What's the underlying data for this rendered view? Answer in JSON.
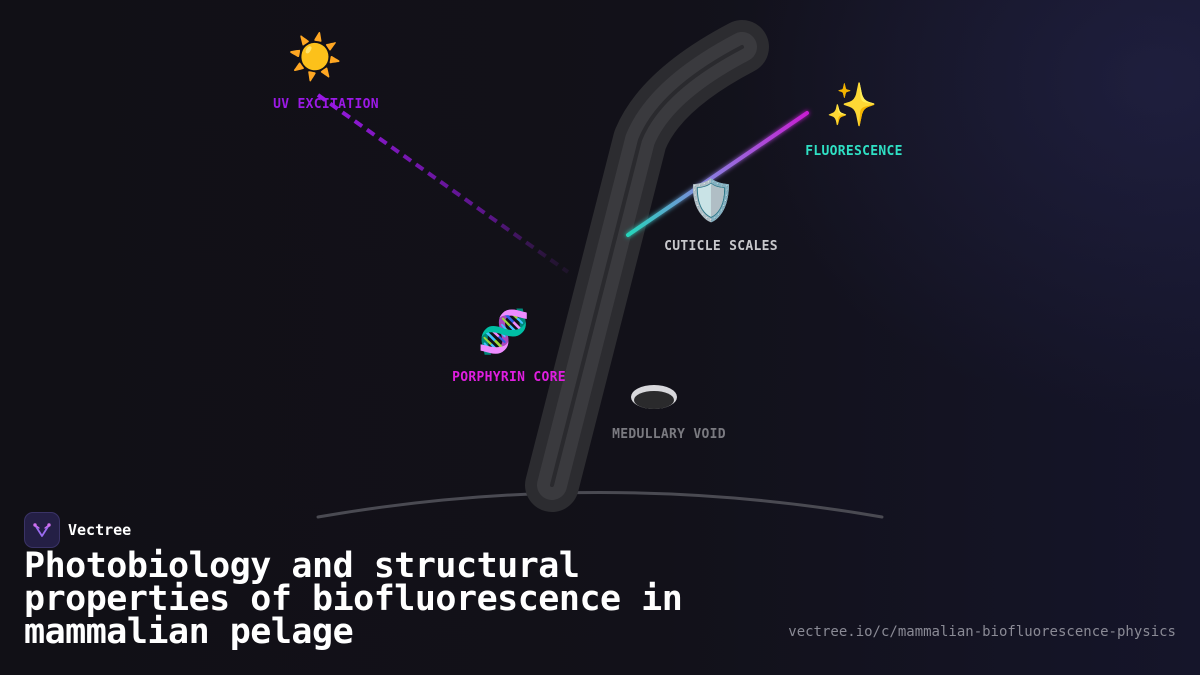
{
  "diagram": {
    "labels": {
      "uv_excitation": "UV EXCITATION",
      "fluorescence": "FLUORESCENCE",
      "cuticle_scales": "CUTICLE SCALES",
      "porphyrin_core": "PORPHYRIN CORE",
      "medullary_void": "MEDULLARY VOID"
    },
    "icons": {
      "uv_excitation": "☀️",
      "fluorescence": "✨",
      "cuticle_scales": "🛡️",
      "porphyrin_core": "🧬"
    },
    "colors": {
      "uv": "#9b19e6",
      "fluorescence": "#2fe0c4",
      "fluorescence_beam_end": "#c81ed2",
      "cuticle": "#c8c8cc",
      "porphyrin": "#e01ee0",
      "medulla": "#7a7a80"
    }
  },
  "footer": {
    "brand_name": "Vectree",
    "title": "Photobiology and structural properties of biofluorescence in mammalian pelage",
    "url": "vectree.io/c/mammalian-biofluorescence-physics"
  }
}
